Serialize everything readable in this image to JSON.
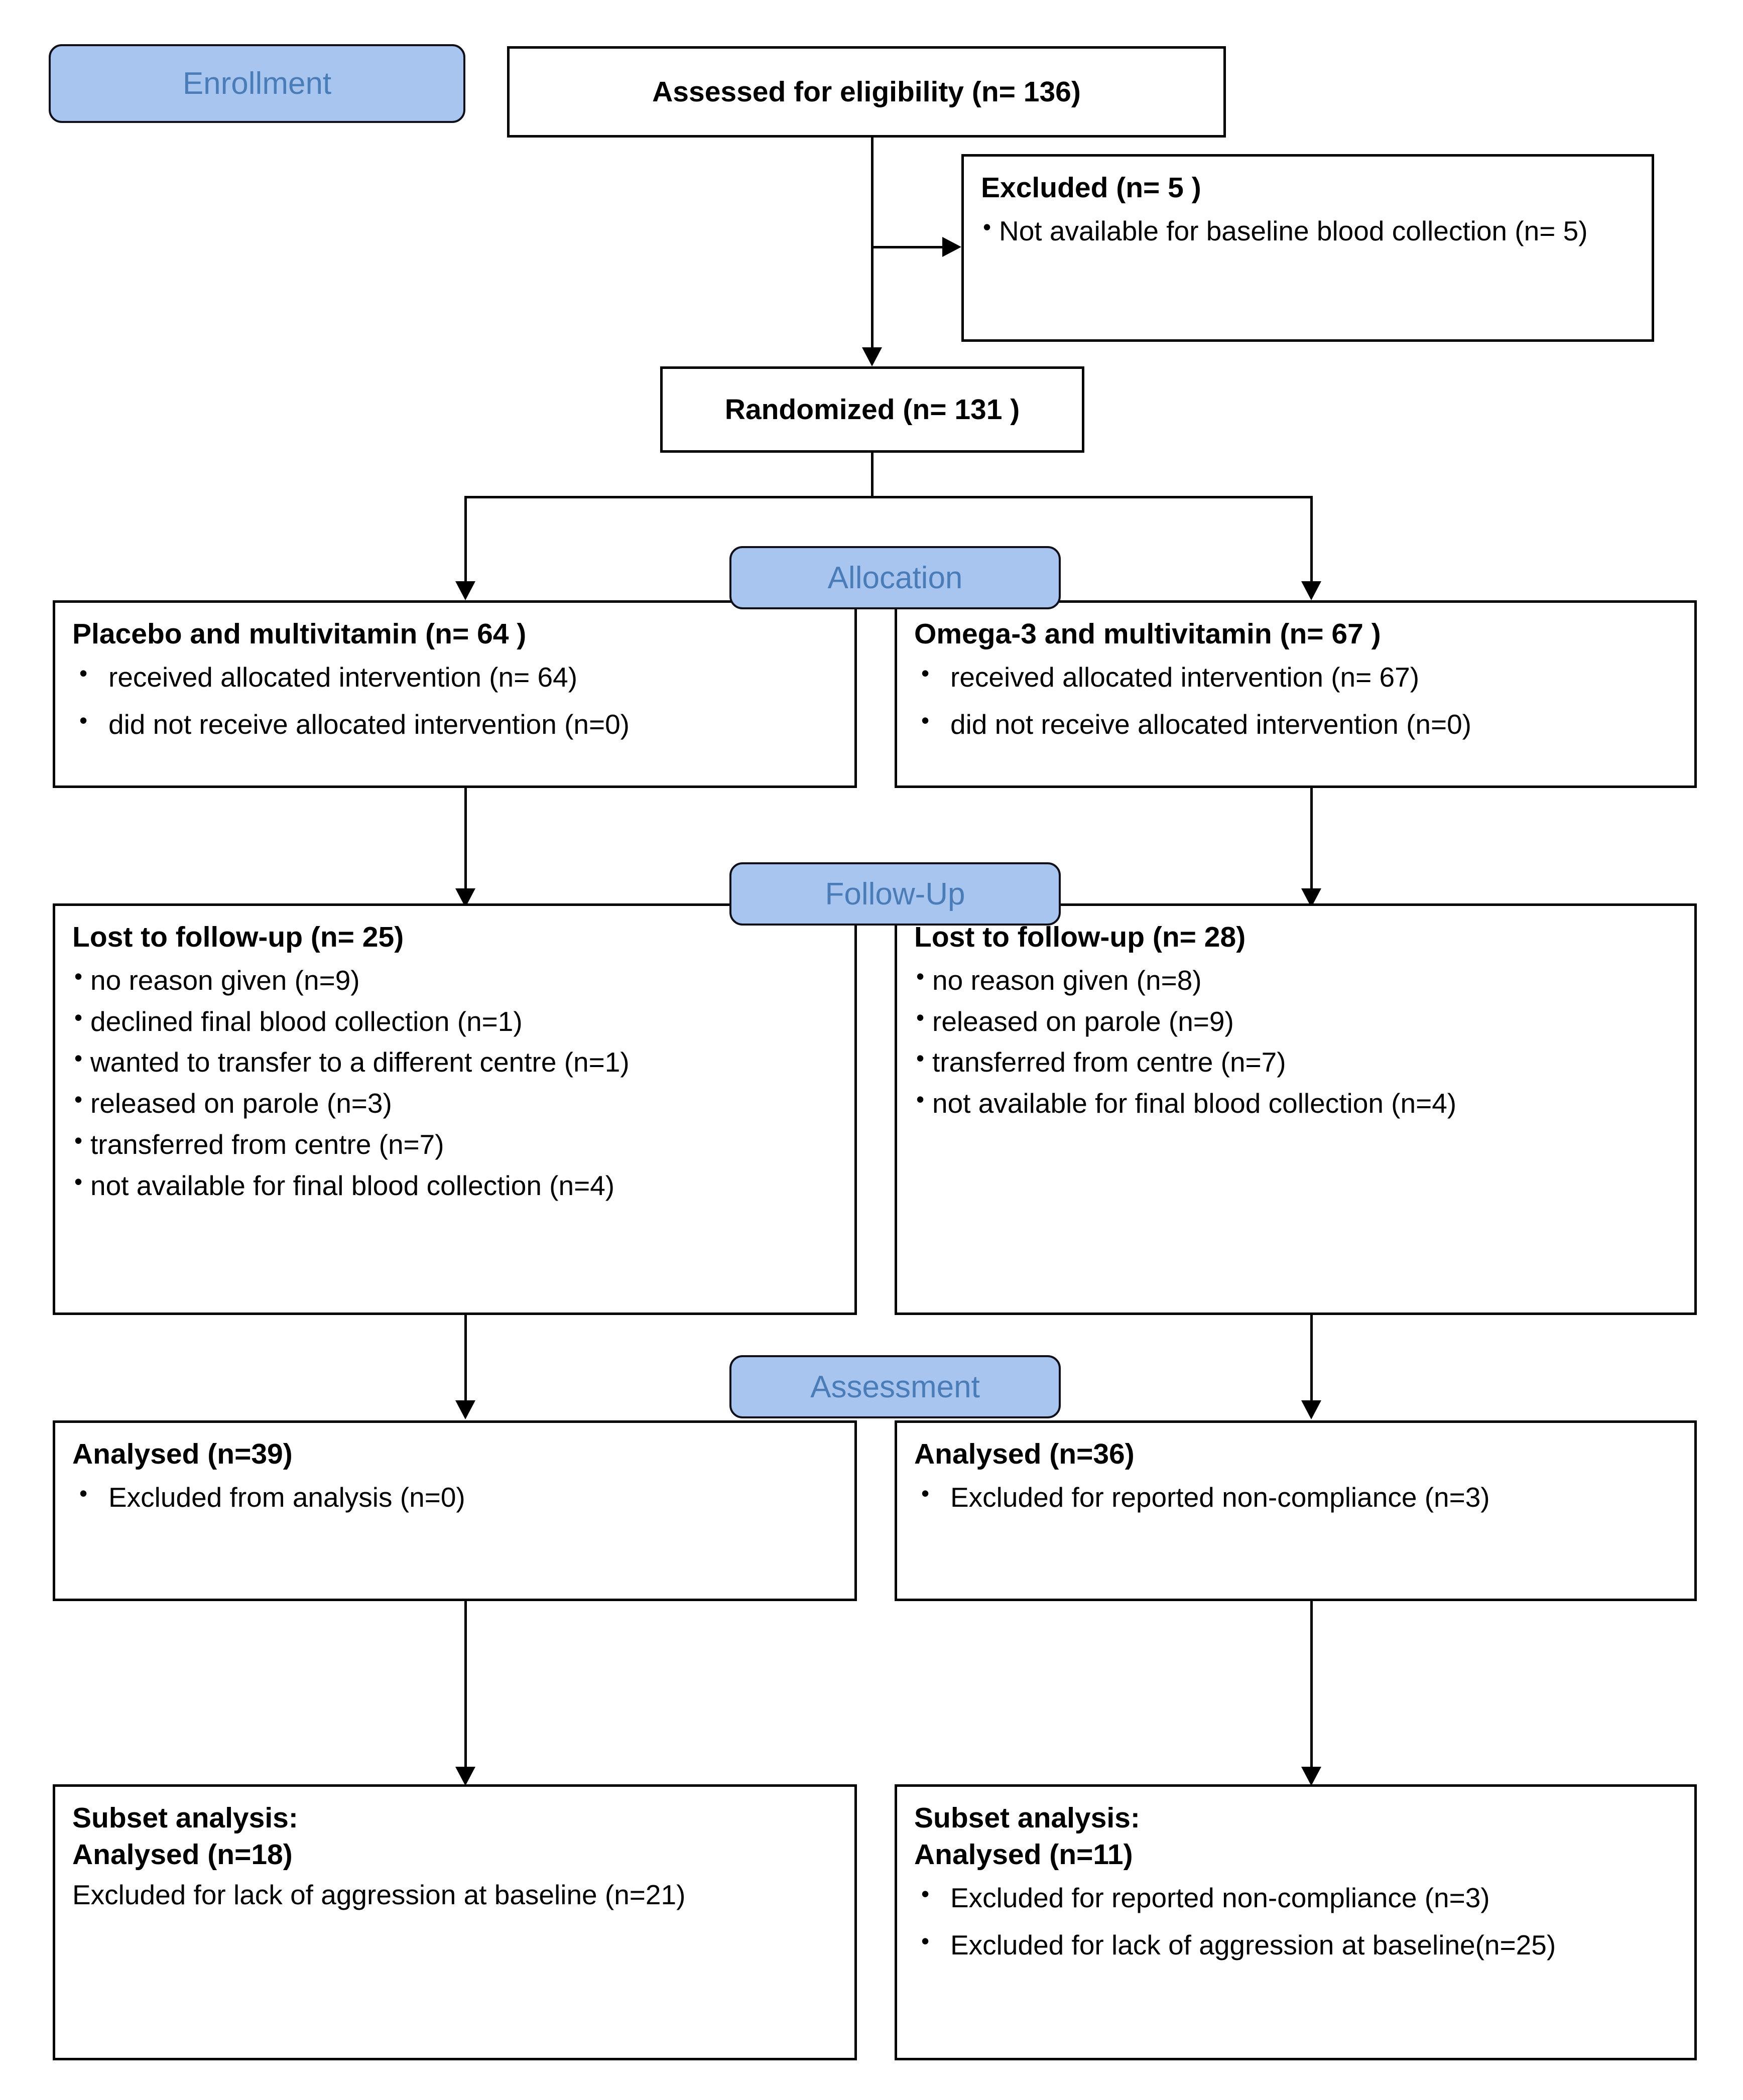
{
  "stages": {
    "enrollment": "Enrollment",
    "allocation": "Allocation",
    "followup": "Follow-Up",
    "assessment": "Assessment"
  },
  "colors": {
    "stage_fill": "#A8C5F0",
    "stage_text": "#4a7cb8",
    "border": "#000000",
    "background": "#ffffff"
  },
  "nodes": {
    "assessed": {
      "title": "Assessed for eligibility (n= 136)"
    },
    "excluded": {
      "title": "Excluded  (n= 5 )",
      "items": [
        "Not available for baseline blood collection (n= 5)"
      ]
    },
    "randomized": {
      "title": "Randomized (n= 131 )"
    },
    "alloc_left": {
      "title": "Placebo and multivitamin (n= 64 )",
      "items": [
        "received allocated intervention  (n= 64)",
        "did not receive allocated intervention  (n=0)"
      ]
    },
    "alloc_right": {
      "title": "Omega-3 and multivitamin (n= 67 )",
      "items": [
        "received allocated intervention  (n= 67)",
        "did not receive allocated intervention  (n=0)"
      ]
    },
    "followup_left": {
      "title": "Lost to follow-up (n= 25)",
      "items": [
        "no reason given (n=9)",
        "declined final blood collection (n=1)",
        "wanted to transfer to a different centre (n=1)",
        "released on parole  (n=3)",
        "transferred from  centre (n=7)",
        "not available for final blood collection (n=4)"
      ]
    },
    "followup_right": {
      "title": "Lost to follow-up (n= 28)",
      "items": [
        "no reason given (n=8)",
        "released on parole  (n=9)",
        "transferred from  centre (n=7)",
        "not available for final blood collection (n=4)"
      ]
    },
    "analysed_left": {
      "title": "Analysed (n=39)",
      "items": [
        "Excluded from  analysis (n=0)"
      ]
    },
    "analysed_right": {
      "title": "Analysed (n=36)",
      "items": [
        "Excluded for reported  non-compliance (n=3)"
      ]
    },
    "subset_left": {
      "title_line1": "Subset analysis:",
      "title_line2": "Analysed (n=18)",
      "body": "Excluded for lack of aggression at baseline (n=21)"
    },
    "subset_right": {
      "title_line1": "Subset analysis:",
      "title_line2": "Analysed (n=11)",
      "items": [
        "Excluded for reported  non-compliance (n=3)",
        "Excluded for lack of aggression at baseline(n=25)"
      ]
    }
  }
}
